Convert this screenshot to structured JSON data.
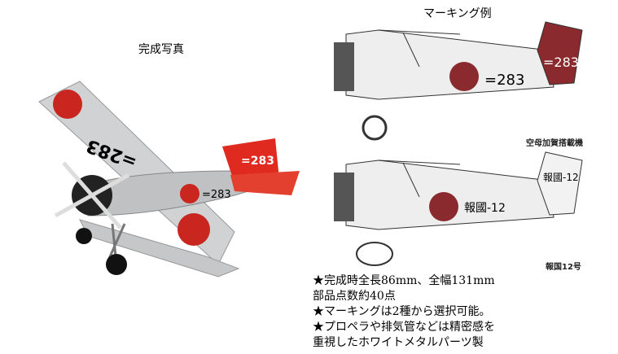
{
  "photo": {
    "title": "完成写真",
    "fuselage_code": "=283",
    "tail_code": "=283"
  },
  "markings": {
    "title": "マーキング例",
    "variants": [
      {
        "label": "空母加賀搭載機",
        "code": "=283"
      },
      {
        "label": "報国12号",
        "code": "報國-12"
      }
    ]
  },
  "specs": [
    "★完成時全長86mm、全幅131mm",
    "部品点数約40点",
    "★マーキングは2種から選択可能。",
    "★プロペラや排気管などは精密感を",
    "重視したホワイトメタルパーツ製"
  ],
  "colors": {
    "hinomaru": "#c8261f",
    "tail_red": "#e02a20",
    "drawing_red": "#8a2a2e",
    "silver": "#c9cbcc"
  }
}
